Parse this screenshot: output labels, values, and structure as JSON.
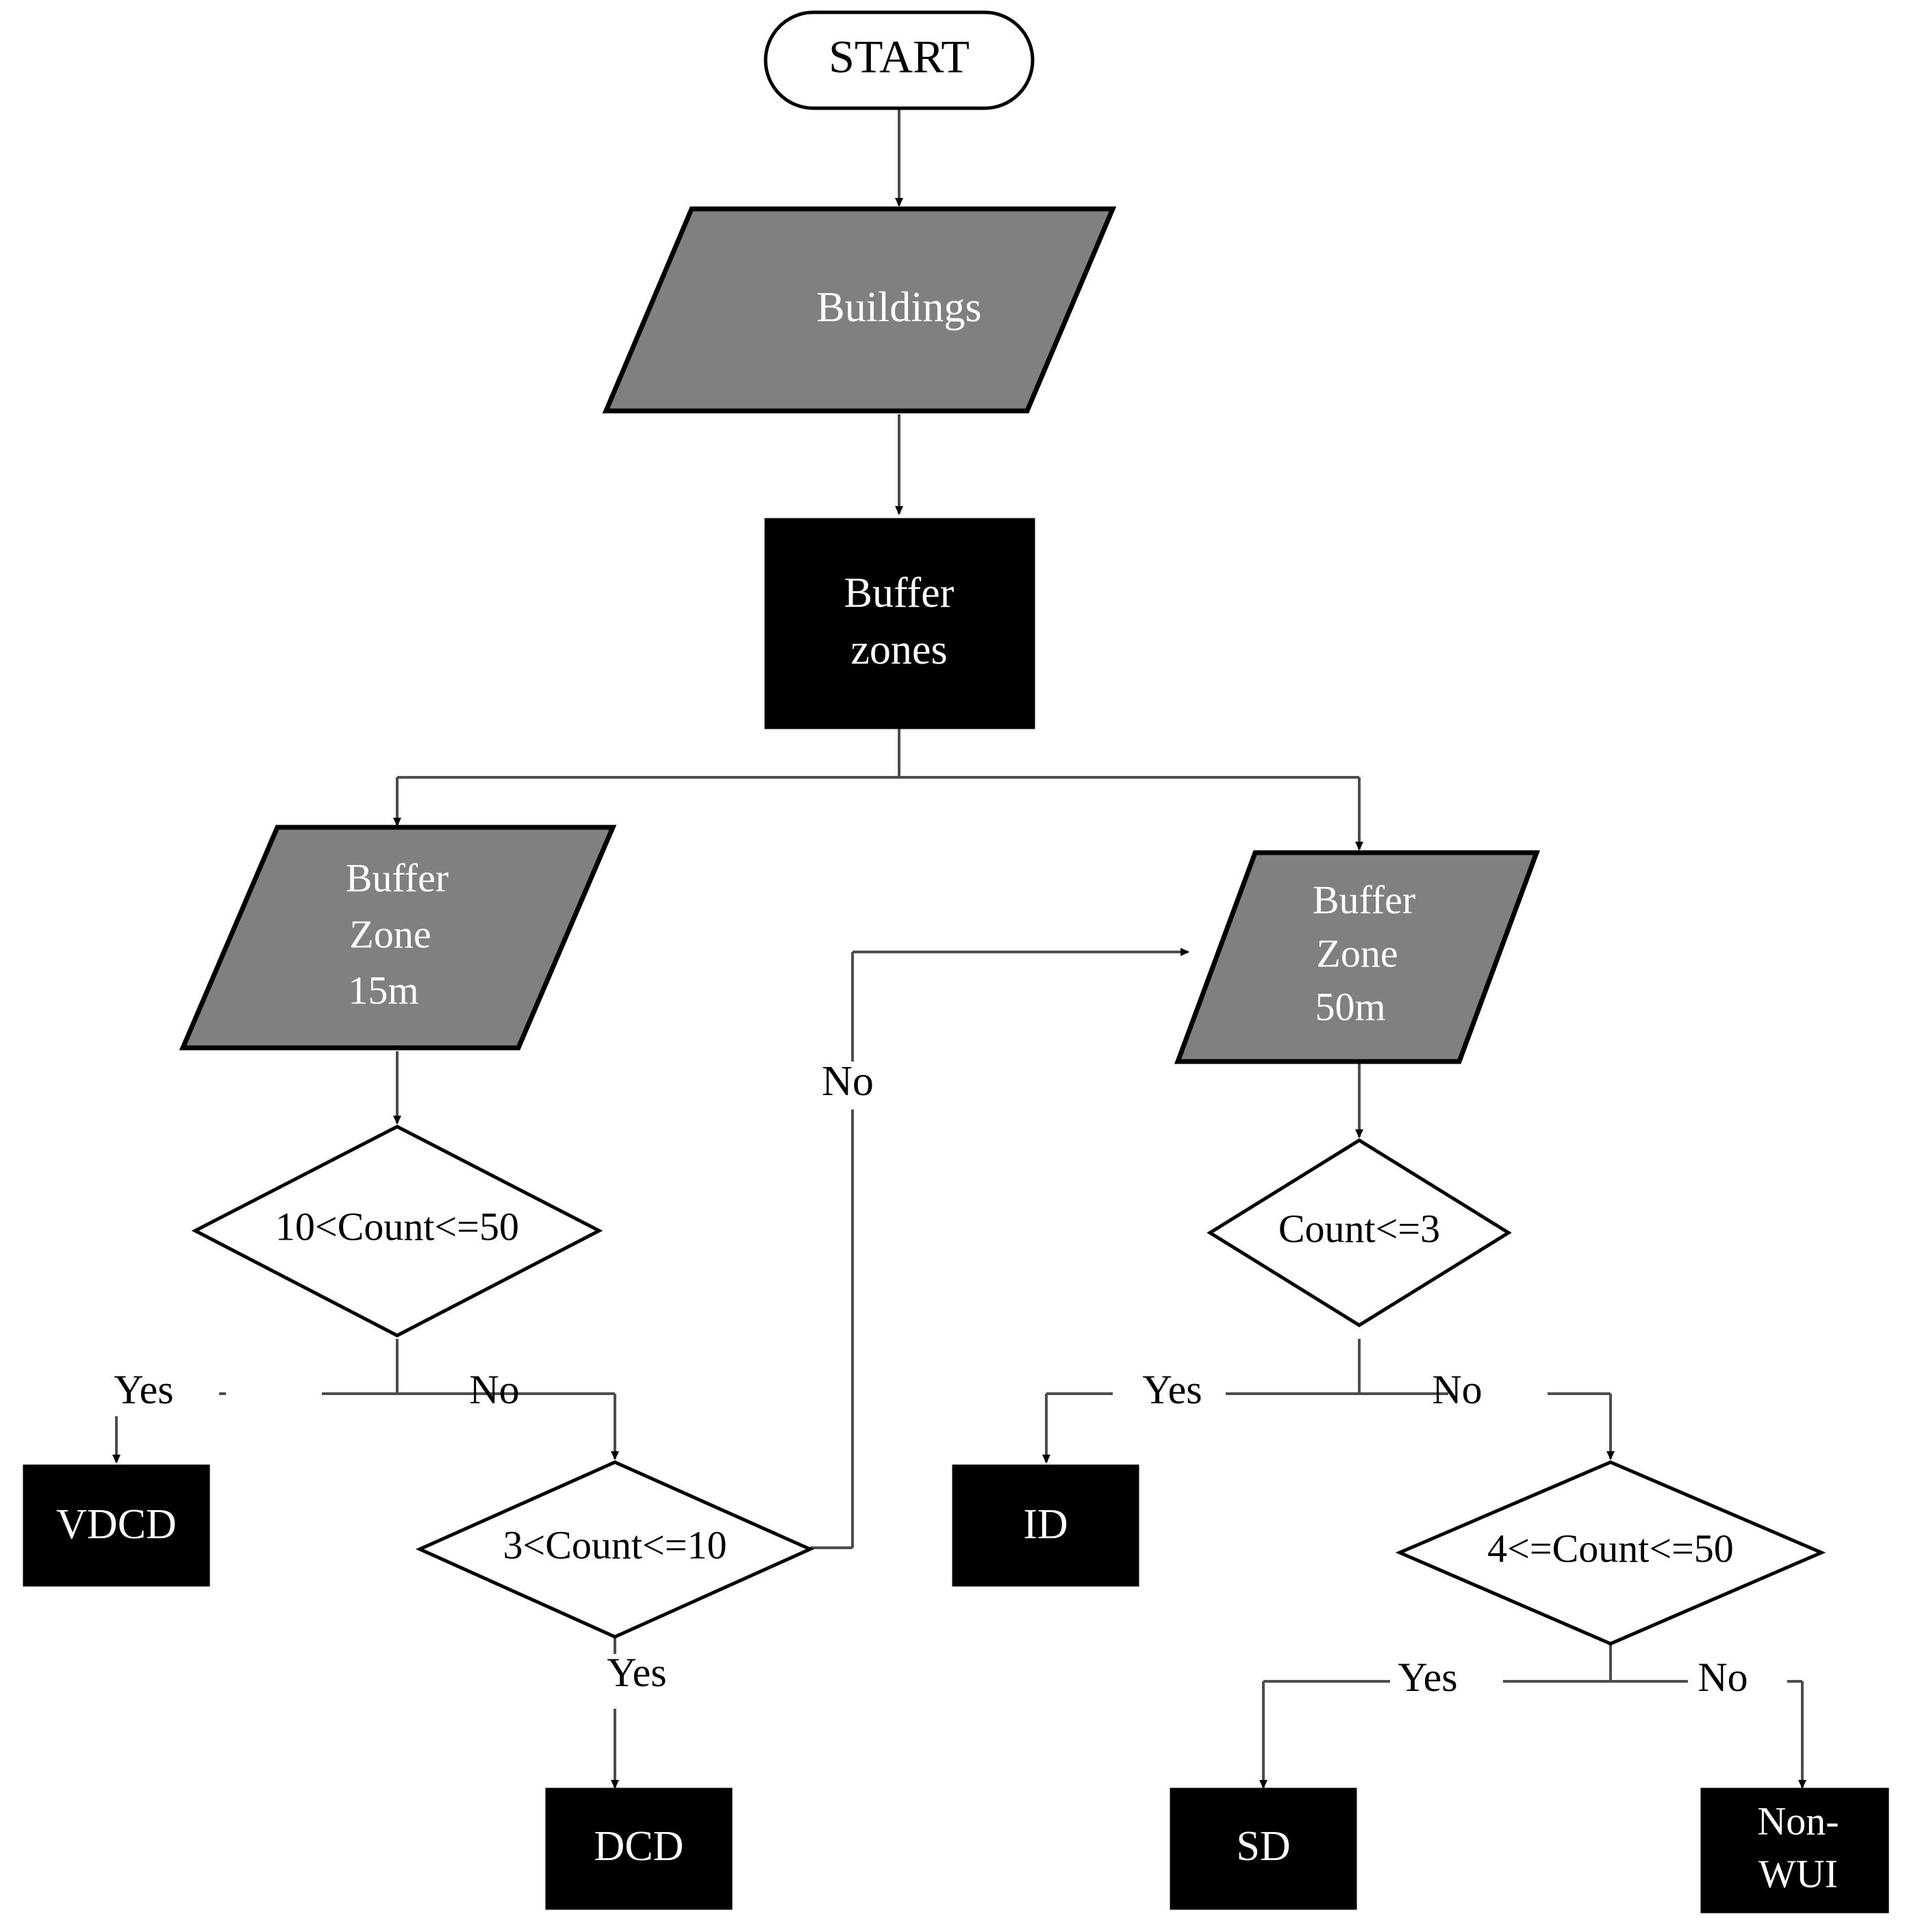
{
  "diagram": {
    "title": "WUI classification flowchart",
    "colors": {
      "data_shape_fill": "#808080",
      "process_shape_fill": "#000000",
      "terminator_fill": "#ffffff",
      "decision_fill": "#ffffff",
      "stroke": "#000000",
      "connector": "#4d4d4d",
      "label_on_dark": "#ffffff",
      "label_on_light": "#000000",
      "background": "#ffffff"
    },
    "nodes": {
      "start": {
        "label": "START",
        "shape": "terminator"
      },
      "buildings": {
        "label": "Buildings",
        "shape": "parallelogram"
      },
      "buffer_zones": {
        "line1": "Buffer",
        "line2": "zones",
        "shape": "rectangle"
      },
      "buffer_zone_15m": {
        "line1": "Buffer",
        "line2": "Zone",
        "line3": "15m",
        "shape": "parallelogram"
      },
      "buffer_zone_50m": {
        "line1": "Buffer",
        "line2": "Zone",
        "line3": "50m",
        "shape": "parallelogram"
      },
      "decision_10_50": {
        "label": "10<Count<=50",
        "shape": "diamond"
      },
      "decision_3_10": {
        "label": "3<Count<=10",
        "shape": "diamond"
      },
      "decision_count_3": {
        "label": "Count<=3",
        "shape": "diamond"
      },
      "decision_4_50": {
        "label": "4<=Count<=50",
        "shape": "diamond"
      },
      "vdcd": {
        "label": "VDCD",
        "shape": "rectangle"
      },
      "dcd": {
        "label": "DCD",
        "shape": "rectangle"
      },
      "id": {
        "label": "ID",
        "shape": "rectangle"
      },
      "sd": {
        "label": "SD",
        "shape": "rectangle"
      },
      "non_wui": {
        "line1": "Non-",
        "line2": "WUI",
        "shape": "rectangle"
      }
    },
    "edge_labels": {
      "yes_10_50": "Yes",
      "no_10_50": "No",
      "yes_3_10": "Yes",
      "no_3_10": "No",
      "yes_count_3": "Yes",
      "no_count_3": "No",
      "yes_4_50": "Yes",
      "no_4_50": "No"
    }
  }
}
